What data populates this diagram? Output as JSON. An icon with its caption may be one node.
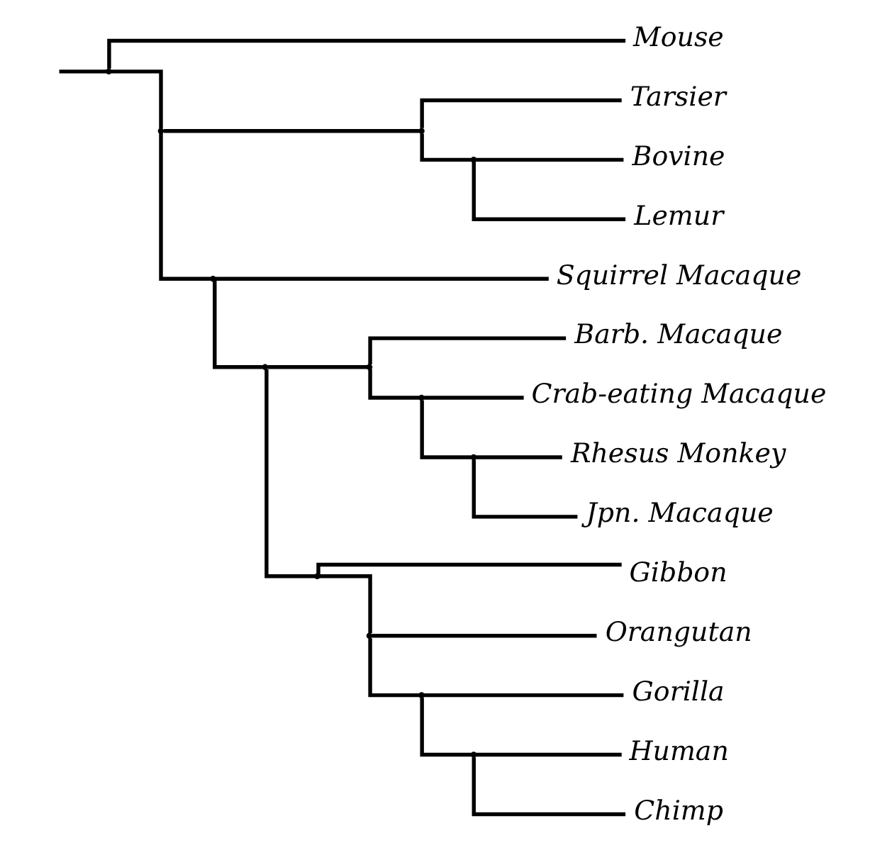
{
  "diagram": {
    "nodes": [
      {
        "text": [],
        "shape": "point"
      },
      {
        "text": [
          "Mouse"
        ]
      },
      {
        "text": [],
        "shape": "point"
      },
      {
        "text": [],
        "shape": "point"
      },
      {
        "text": [
          "Tarsier"
        ]
      },
      {
        "text": [],
        "shape": "point"
      },
      {
        "text": [
          "Bovine"
        ]
      },
      {
        "text": [
          "Lemur"
        ]
      },
      {
        "text": [],
        "shape": "point"
      },
      {
        "text": [
          "Squirrel Macaque"
        ]
      },
      {
        "text": [],
        "shape": "point"
      },
      {
        "text": [],
        "shape": "point"
      },
      {
        "text": [
          "Barb. Macaque"
        ]
      },
      {
        "text": [],
        "shape": "point"
      },
      {
        "text": [
          "Crab-eating Macaque"
        ]
      },
      {
        "text": [],
        "shape": "point"
      },
      {
        "text": [
          "Rhesus Monkey"
        ]
      },
      {
        "text": [
          "Jpn. Macaque"
        ]
      },
      {
        "text": [],
        "shape": "point"
      },
      {
        "text": [
          "Gibbon"
        ]
      },
      {
        "text": [],
        "shape": "point"
      },
      {
        "text": [
          "Orangutan"
        ]
      },
      {
        "text": [],
        "shape": "point"
      },
      {
        "text": [
          "Gorilla"
        ]
      },
      {
        "text": [],
        "shape": "point"
      },
      {
        "text": [
          "Human"
        ]
      },
      {
        "text": [
          "Chimp"
        ]
      }
    ],
    "edges": [
      {
        "from": null,
        "to": 0,
        "arrow": "none"
      },
      {
        "from": 0,
        "to": 1,
        "arrow": "none"
      },
      {
        "from": 0,
        "to": 2,
        "arrow": "none"
      },
      {
        "from": 2,
        "to": 3,
        "arrow": "none"
      },
      {
        "from": 3,
        "to": 4,
        "arrow": "none"
      },
      {
        "from": 3,
        "to": 5,
        "arrow": "none"
      },
      {
        "from": 5,
        "to": 6,
        "arrow": "none"
      },
      {
        "from": 5,
        "to": 7,
        "arrow": "none"
      },
      {
        "from": 2,
        "to": 8,
        "arrow": "none"
      },
      {
        "from": 8,
        "to": 9,
        "arrow": "none"
      },
      {
        "from": 8,
        "to": 10,
        "arrow": "none"
      },
      {
        "from": 10,
        "to": 11,
        "arrow": "none"
      },
      {
        "from": 11,
        "to": 12,
        "arrow": "none"
      },
      {
        "from": 11,
        "to": 13,
        "arrow": "none"
      },
      {
        "from": 13,
        "to": 14,
        "arrow": "none"
      },
      {
        "from": 13,
        "to": 15,
        "arrow": "none"
      },
      {
        "from": 15,
        "to": 16,
        "arrow": "none"
      },
      {
        "from": 15,
        "to": 17,
        "arrow": "none"
      },
      {
        "from": 10,
        "to": 18,
        "arrow": "none"
      },
      {
        "from": 18,
        "to": 19,
        "arrow": "none"
      },
      {
        "from": 18,
        "to": 20,
        "arrow": "none"
      },
      {
        "from": 20,
        "to": 21,
        "arrow": "none"
      },
      {
        "from": 20,
        "to": 22,
        "arrow": "none"
      },
      {
        "from": 22,
        "to": 23,
        "arrow": "none"
      },
      {
        "from": 22,
        "to": 24,
        "arrow": "none"
      },
      {
        "from": 24,
        "to": 25,
        "arrow": "none"
      },
      {
        "from": 24,
        "to": 26,
        "arrow": "none"
      }
    ]
  }
}
